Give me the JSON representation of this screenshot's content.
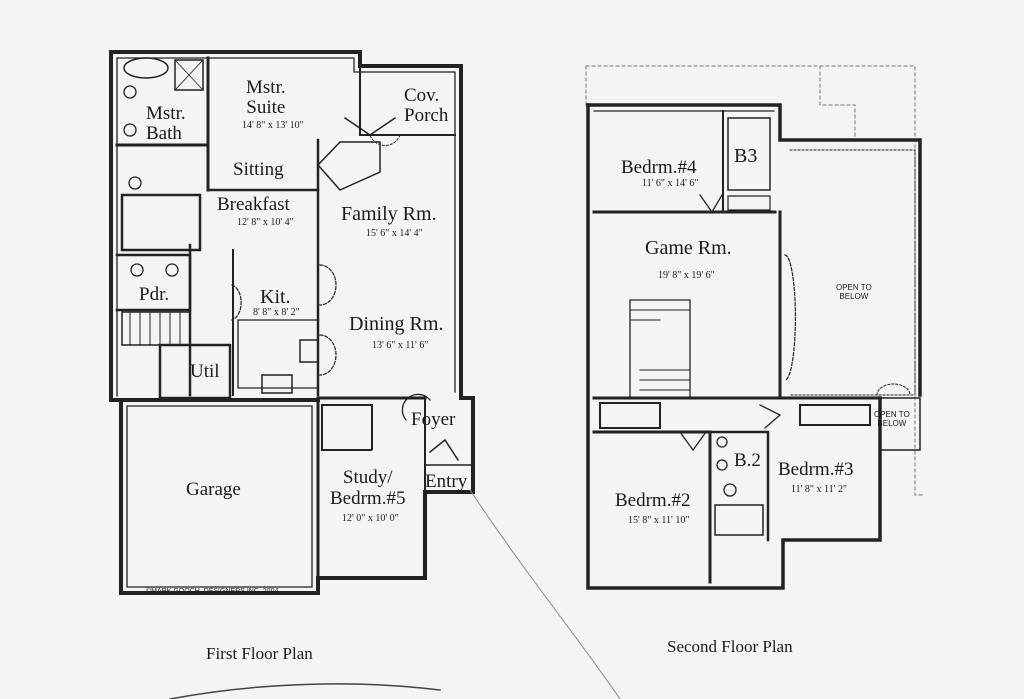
{
  "first_floor": {
    "caption": "First Floor Plan",
    "copyright": "©MARK GOOCH, DESIGNERS INC. 2004",
    "rooms": {
      "mstr_bath": "Mstr.\nBath",
      "mstr_suite": "Mstr.\nSuite",
      "mstr_suite_dim": "14' 8\" x 13' 10\"",
      "cov_porch": "Cov.\nPorch",
      "sitting": "Sitting",
      "breakfast": "Breakfast",
      "breakfast_dim": "12' 8\" x 10' 4\"",
      "family": "Family Rm.",
      "family_dim": "15' 6\" x 14' 4\"",
      "kit": "Kit.",
      "kit_dim": "8' 8\" x 8' 2\"",
      "pdr": "Pdr.",
      "dining": "Dining Rm.",
      "dining_dim": "13' 6\" x 11' 6\"",
      "util": "Util",
      "foyer": "Foyer",
      "garage": "Garage",
      "study": "Study/\nBedrm.#5",
      "study_dim": "12' 0\" x 10' 0\"",
      "entry": "Entry"
    }
  },
  "second_floor": {
    "caption": "Second Floor Plan",
    "rooms": {
      "bedrm4": "Bedrm.#4",
      "bedrm4_dim": "11' 6\" x 14' 6\"",
      "b3": "B3",
      "game": "Game Rm.",
      "game_dim": "19' 8\" x 19' 6\"",
      "open_below_1": "OPEN TO\nBELOW",
      "open_below_2": "OPEN TO\nBELOW",
      "b2": "B.2",
      "bedrm2": "Bedrm.#2",
      "bedrm2_dim": "15' 8\" x 11' 10\"",
      "bedrm3": "Bedrm.#3",
      "bedrm3_dim": "11' 8\" x 11' 2\""
    }
  }
}
